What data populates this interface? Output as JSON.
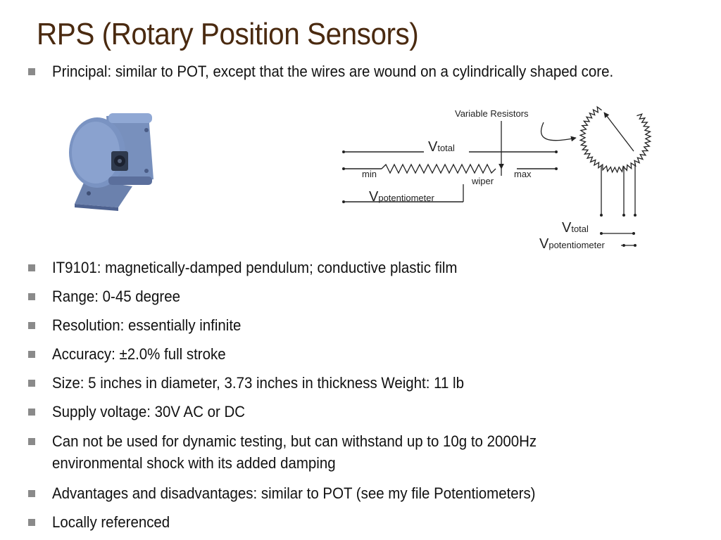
{
  "slide": {
    "title": "RPS (Rotary Position Sensors)",
    "bullets": [
      {
        "text": "Principal: similar to POT, except that the wires are wound on a cylindrically shaped core."
      },
      {
        "text": "IT9101: magnetically-damped pendulum; conductive plastic film"
      },
      {
        "text": "Range:  0-45 degree"
      },
      {
        "text": "Resolution: essentially infinite"
      },
      {
        "text": "Accuracy: ±2.0% full stroke"
      },
      {
        "text": "Size: 5 inches in diameter, 3.73 inches in thickness  Weight: 11 lb"
      },
      {
        "text": "Supply voltage: 30V AC or DC"
      },
      {
        "text": "Can not be used for dynamic testing, but can withstand up to 10g to 2000Hz environmental shock with its added damping"
      },
      {
        "text": "Advantages and disadvantages: similar to POT (see my file Potentiometers)"
      },
      {
        "text": "Locally referenced"
      }
    ]
  },
  "diagram": {
    "variable_resistors": "Variable Resistors",
    "v": "V",
    "total": "total",
    "potentiometer": "potentiometer",
    "min": "min",
    "max": "max",
    "wiper": "wiper"
  },
  "colors": {
    "title": "#4a2a10",
    "bullet_marker": "#8a8a8a",
    "device_body": "#6f87b5"
  }
}
